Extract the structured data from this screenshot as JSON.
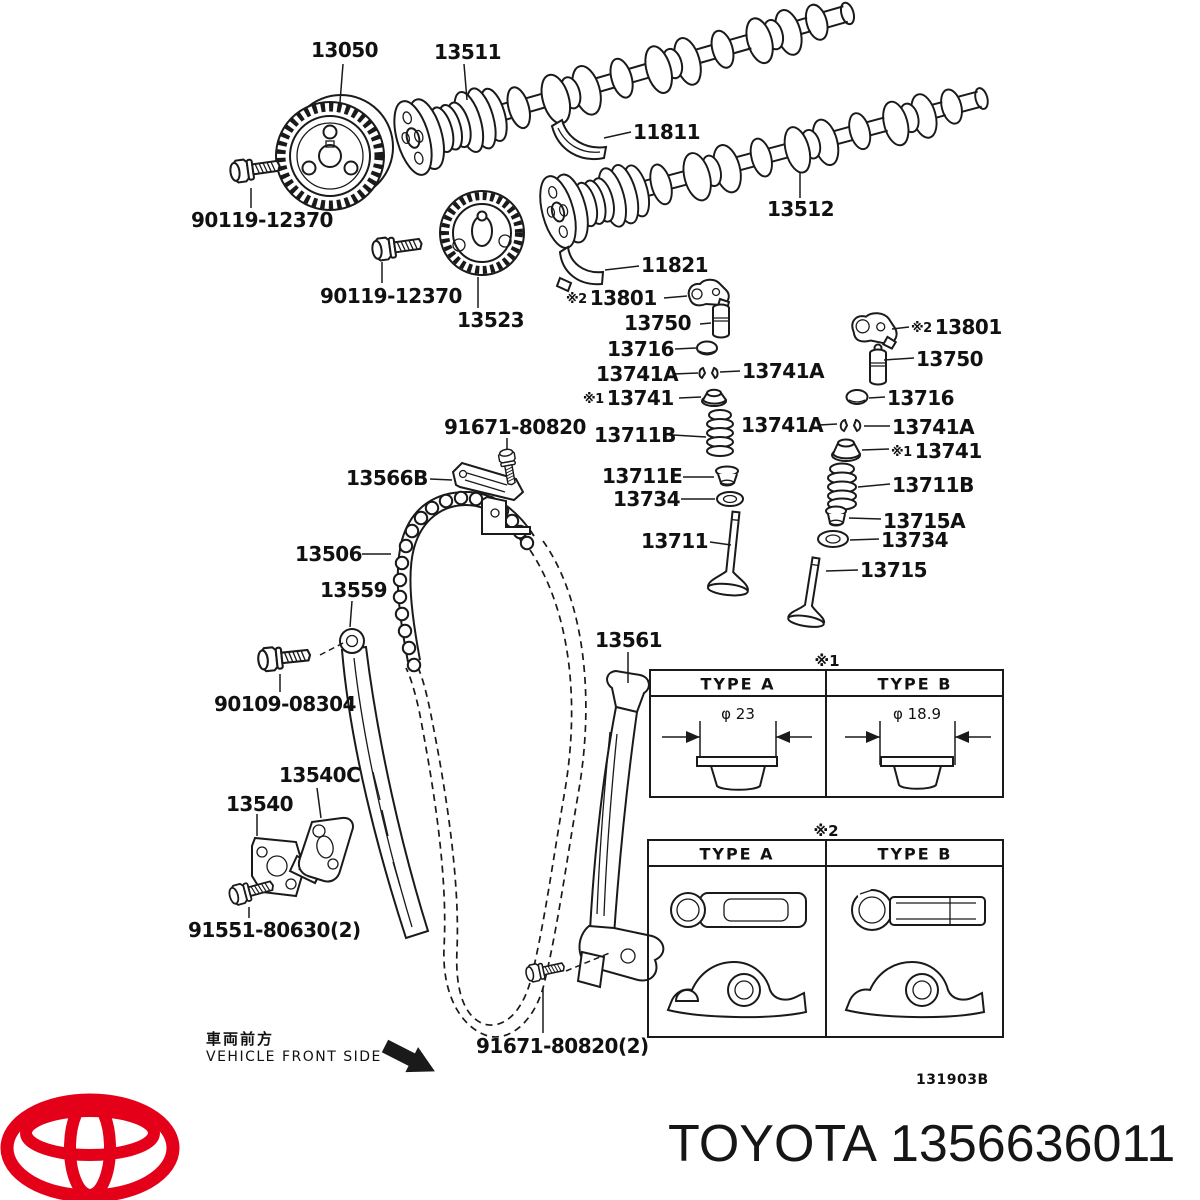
{
  "diagram": {
    "markers": {
      "m1": "※1",
      "m2": "※2"
    },
    "labels": {
      "vvt_gear": "13050",
      "camshaft_intake": "13511",
      "bolt_camshaft_1": "90119-12370",
      "bolt_camshaft_2": "90119-12370",
      "bearing_no1_upper": "11811",
      "camshaft_exhaust": "13512",
      "bearing_no1_lower": "11821",
      "gear_timing": "13523",
      "rocker_arm_left": "13801",
      "lash_adjuster_left": "13750",
      "cap_left": "13716",
      "keeper_left_a": "13741A",
      "keeper_left_b": "13741A",
      "retainer_left": "13741",
      "spring_left": "13711B",
      "seat_left": "13711E",
      "seal_left": "13734",
      "valve_intake": "13711",
      "rocker_arm_right": "13801",
      "lash_adjuster_right": "13750",
      "cap_right": "13716",
      "keeper_right_a": "13741A",
      "keeper_right_b": "13741A",
      "retainer_right": "13741",
      "spring_right": "13711B",
      "seat_right": "13715A",
      "seal_right": "13734",
      "valve_exhaust": "13715",
      "bolt_guide_upper": "91671-80820",
      "damper_upper": "13566B",
      "chain": "13506",
      "guide_left": "13559",
      "bolt_pivot": "90109-08304",
      "tensioner_gasket": "13540C",
      "tensioner": "13540",
      "bolt_tensioner": "91551-80630(2)",
      "guide_right": "13561",
      "bolt_guide_lower": "91671-80820(2)"
    }
  },
  "tables": {
    "lifter": {
      "marker": "※1",
      "type_a": "TYPE A",
      "type_b": "TYPE B",
      "dim_a": "φ 23",
      "dim_b": "φ 18.9"
    },
    "rocker": {
      "marker": "※2",
      "type_a": "TYPE A",
      "type_b": "TYPE B"
    }
  },
  "footer": {
    "front_side_jp": "車両前方",
    "front_side_en": "VEHICLE FRONT SIDE",
    "figure_code": "131903B",
    "brand": "TOYOTA",
    "part_number": "1356636011"
  },
  "colors": {
    "line": "#1a1a1a",
    "toyota_red": "#e50019"
  }
}
